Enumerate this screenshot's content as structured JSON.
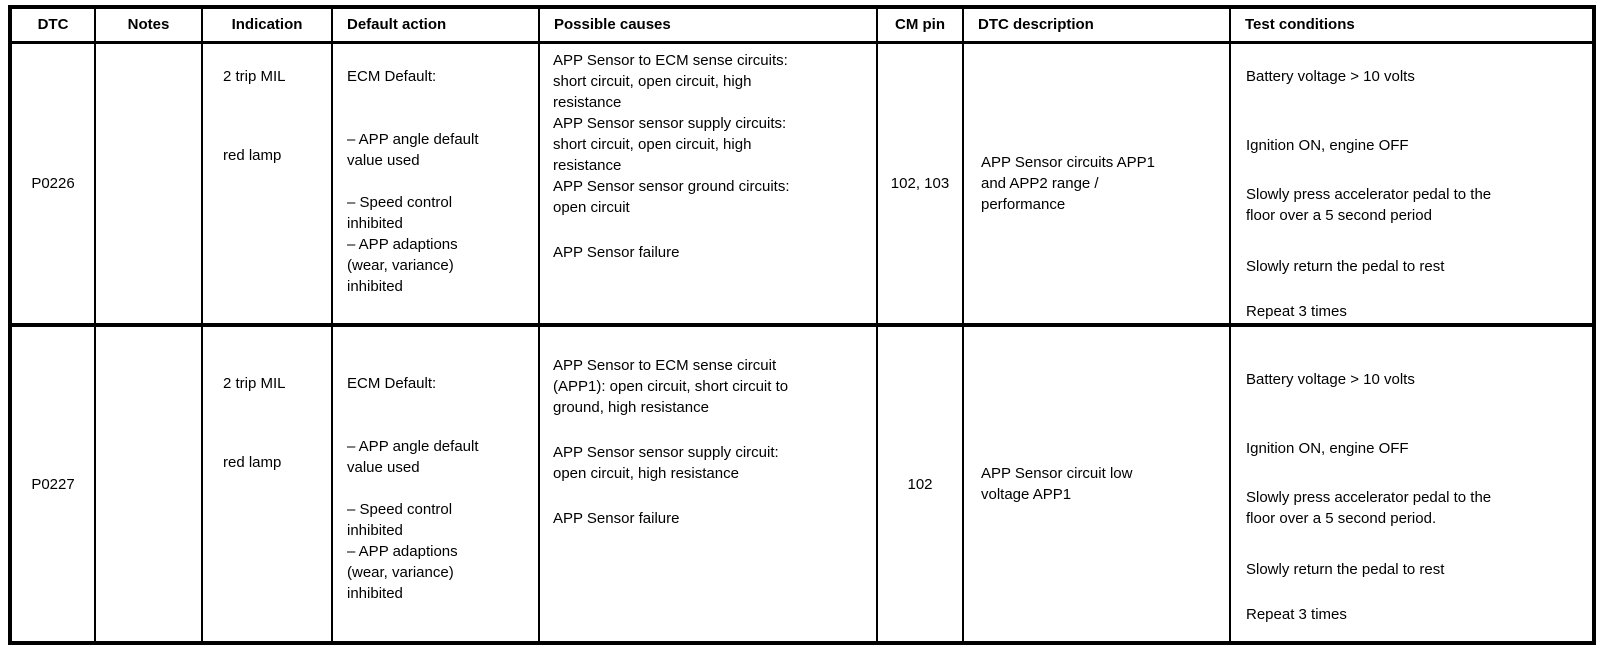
{
  "table": {
    "columns": [
      {
        "id": "dtc",
        "label": "DTC"
      },
      {
        "id": "notes",
        "label": "Notes"
      },
      {
        "id": "indication",
        "label": "Indication"
      },
      {
        "id": "default_action",
        "label": "Default action"
      },
      {
        "id": "possible_causes",
        "label": "Possible causes"
      },
      {
        "id": "cm_pin",
        "label": "CM pin"
      },
      {
        "id": "dtc_description",
        "label": "DTC description"
      },
      {
        "id": "test_conditions",
        "label": "Test conditions"
      }
    ],
    "rows": [
      {
        "dtc": "P0226",
        "notes": "",
        "indication": [
          "2 trip MIL",
          "red lamp"
        ],
        "default_action": [
          [
            "ECM Default:"
          ],
          [
            "– APP angle default",
            "value used"
          ],
          [
            "– Speed control",
            "inhibited"
          ],
          [
            "– APP adaptions",
            "(wear, variance)",
            "inhibited"
          ]
        ],
        "possible_causes": [
          [
            "APP Sensor to ECM sense circuits:",
            "short circuit, open circuit, high",
            "resistance"
          ],
          [
            "APP Sensor sensor supply circuits:",
            "short circuit, open circuit, high",
            "resistance"
          ],
          [
            "APP Sensor sensor ground circuits:",
            "open circuit"
          ],
          [
            "APP Sensor failure"
          ]
        ],
        "cm_pin": "102, 103",
        "dtc_description": [
          "APP Sensor circuits APP1",
          "and APP2 range /",
          "performance"
        ],
        "test_conditions": [
          [
            "Battery voltage > 10 volts"
          ],
          [
            "Ignition ON, engine OFF"
          ],
          [
            "Slowly press accelerator pedal to the",
            "floor over a 5 second period"
          ],
          [
            "Slowly return the pedal to rest"
          ],
          [
            "Repeat 3 times"
          ]
        ]
      },
      {
        "dtc": "P0227",
        "notes": "",
        "indication": [
          "2 trip MIL",
          "red lamp"
        ],
        "default_action": [
          [
            "ECM Default:"
          ],
          [
            "– APP angle default",
            "value used"
          ],
          [
            "– Speed control",
            "inhibited"
          ],
          [
            "– APP adaptions",
            "(wear, variance)",
            "inhibited"
          ]
        ],
        "possible_causes": [
          [
            "APP Sensor to ECM sense circuit",
            "(APP1): open circuit, short circuit to",
            "ground, high resistance"
          ],
          [
            "APP Sensor sensor supply circuit:",
            "open circuit, high resistance"
          ],
          [
            "APP Sensor failure"
          ]
        ],
        "cm_pin": "102",
        "dtc_description": [
          "APP Sensor circuit low",
          "voltage APP1"
        ],
        "test_conditions": [
          [
            "Battery voltage > 10 volts"
          ],
          [
            "Ignition ON, engine OFF"
          ],
          [
            "Slowly press accelerator pedal to the",
            "floor over a 5 second period."
          ],
          [
            "Slowly return the pedal to rest"
          ],
          [
            "Repeat 3 times"
          ]
        ]
      }
    ]
  }
}
